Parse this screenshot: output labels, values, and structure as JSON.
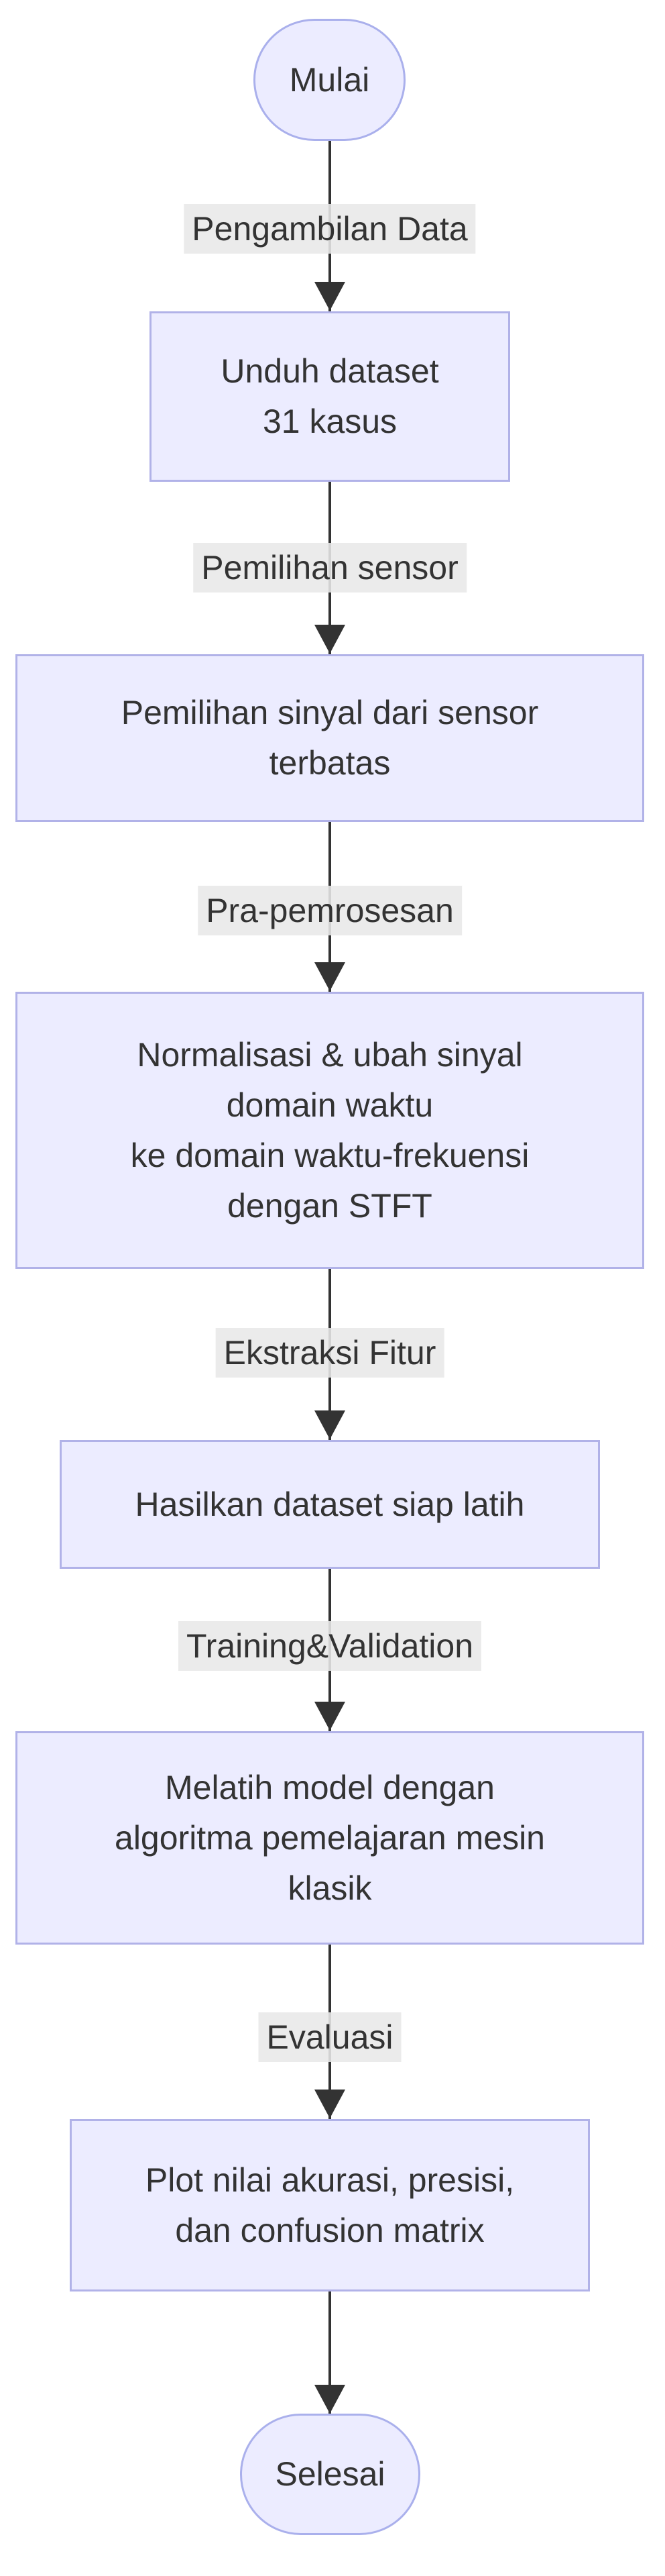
{
  "diagram": {
    "type": "flowchart",
    "direction": "top-down",
    "nodes": [
      {
        "id": "start",
        "shape": "stadium",
        "label": "Mulai"
      },
      {
        "id": "unduh",
        "shape": "rect",
        "label": "Unduh dataset\n31 kasus"
      },
      {
        "id": "pemilihan",
        "shape": "rect",
        "label": "Pemilihan sinyal dari sensor\nterbatas"
      },
      {
        "id": "normalisasi",
        "shape": "rect",
        "label": "Normalisasi & ubah sinyal\ndomain waktu\nke domain waktu-frekuensi\ndengan STFT"
      },
      {
        "id": "hasilkan",
        "shape": "rect",
        "label": "Hasilkan dataset siap latih"
      },
      {
        "id": "melatih",
        "shape": "rect",
        "label": "Melatih model dengan\nalgoritma pemelajaran mesin\nklasik"
      },
      {
        "id": "plot",
        "shape": "rect",
        "label": "Plot nilai akurasi, presisi,\ndan confusion matrix"
      },
      {
        "id": "end",
        "shape": "stadium",
        "label": "Selesai"
      }
    ],
    "edges": [
      {
        "from": "start",
        "to": "unduh",
        "label": "Pengambilan Data"
      },
      {
        "from": "unduh",
        "to": "pemilihan",
        "label": "Pemilihan sensor"
      },
      {
        "from": "pemilihan",
        "to": "normalisasi",
        "label": "Pra-pemrosesan"
      },
      {
        "from": "normalisasi",
        "to": "hasilkan",
        "label": "Ekstraksi Fitur"
      },
      {
        "from": "hasilkan",
        "to": "melatih",
        "label": "Training&Validation"
      },
      {
        "from": "melatih",
        "to": "plot",
        "label": "Evaluasi"
      },
      {
        "from": "plot",
        "to": "end",
        "label": ""
      }
    ],
    "colors": {
      "node_fill": "#ECECFF",
      "node_border": "#b1b2e8",
      "stadium_border": "#aab0ec",
      "text": "#333333",
      "edge_line": "#333333",
      "edge_label_bg": "#e8e8e8"
    }
  }
}
